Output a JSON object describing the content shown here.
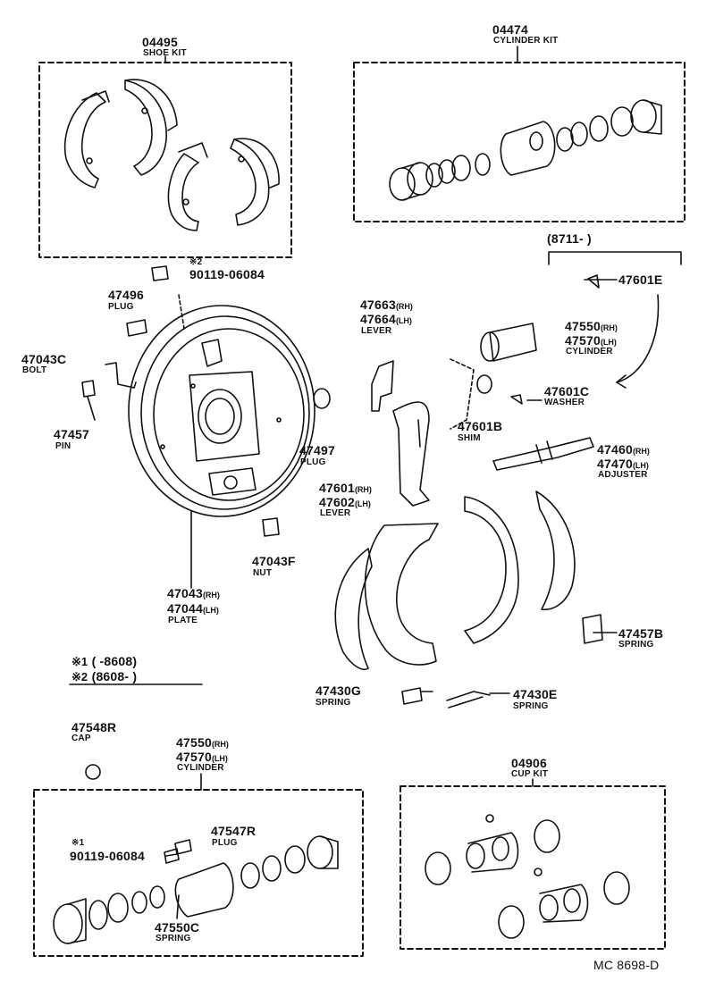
{
  "shoe_kit": {
    "pn": "04495",
    "name": "SHOE KIT"
  },
  "cylinder_kit": {
    "pn": "04474",
    "name": "CYLINDER KIT"
  },
  "bracket_8711": "(8711-      )",
  "bolt_star2": {
    "mark": "※2",
    "pn": "90119-06084"
  },
  "plug_47496": {
    "pn": "47496",
    "name": "PLUG"
  },
  "bolt_47043c": {
    "pn": "47043C",
    "name": "BOLT"
  },
  "pin_47457": {
    "pn": "47457",
    "name": "PIN"
  },
  "plug_47497": {
    "pn": "47497",
    "name": "PLUG"
  },
  "nut_47043f": {
    "pn": "47043F",
    "name": "NUT"
  },
  "plate": {
    "pn1": "47043",
    "sfx1": "(RH)",
    "pn2": "47044",
    "sfx2": "(LH)",
    "name": "PLATE"
  },
  "lever_top": {
    "pn1": "47663",
    "sfx1": "(RH)",
    "pn2": "47664",
    "sfx2": "(LH)",
    "name": "LEVER"
  },
  "lever_mid": {
    "pn1": "47601",
    "sfx1": "(RH)",
    "pn2": "47602",
    "sfx2": "(LH)",
    "name": "LEVER"
  },
  "shim": {
    "pn": "47601B",
    "name": "SHIM"
  },
  "clip_47601e": {
    "pn": "47601E"
  },
  "cylinder_right": {
    "pn1": "47550",
    "sfx1": "(RH)",
    "pn2": "47570",
    "sfx2": "(LH)",
    "name": "CYLINDER"
  },
  "washer": {
    "pn": "47601C",
    "name": "WASHER"
  },
  "adjuster": {
    "pn1": "47460",
    "sfx1": "(RH)",
    "pn2": "47470",
    "sfx2": "(LH)",
    "name": "ADJUSTER"
  },
  "spring_47457b": {
    "pn": "47457B",
    "name": "SPRING"
  },
  "spring_47430g": {
    "pn": "47430G",
    "name": "SPRING"
  },
  "spring_47430e": {
    "pn": "47430E",
    "name": "SPRING"
  },
  "legend": {
    "mark1": "※1",
    "range1": "(       -8608)",
    "mark2": "※2",
    "range2": "(8608-       )"
  },
  "cap": {
    "pn": "47548R",
    "name": "CAP"
  },
  "cylinder_bottom": {
    "pn1": "47550",
    "sfx1": "(RH)",
    "pn2": "47570",
    "sfx2": "(LH)",
    "name": "CYLINDER"
  },
  "plug_47547r": {
    "pn": "47547R",
    "name": "PLUG"
  },
  "bolt_star1": {
    "mark": "※1",
    "pn": "90119-06084"
  },
  "spring_47550c": {
    "pn": "47550C",
    "name": "SPRING"
  },
  "cup_kit": {
    "pn": "04906",
    "name": "CUP KIT"
  },
  "diagram_code": "MC 8698-D"
}
